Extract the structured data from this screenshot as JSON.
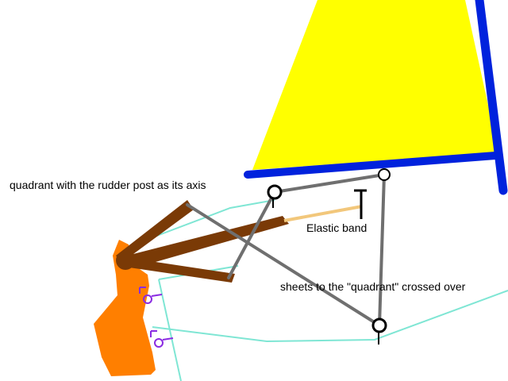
{
  "labels": {
    "quadrant": "quadrant with the rudder post as its axis",
    "elastic": "Elastic band",
    "sheets": "sheets to the \"quadrant\" crossed over"
  },
  "colors": {
    "sail": "#ffff00",
    "spar": "#0022dd",
    "hull": "#7fe6d4",
    "quadrant": "#7a3a06",
    "rudder": "#ff7f00",
    "sheet": "#6f6f6f",
    "elastic": "#f2c77b",
    "pintle": "#8a2be2",
    "ring": "#000000"
  },
  "icons": [
    "rudder-pintle-icon",
    "fairlead-ring-icon"
  ]
}
